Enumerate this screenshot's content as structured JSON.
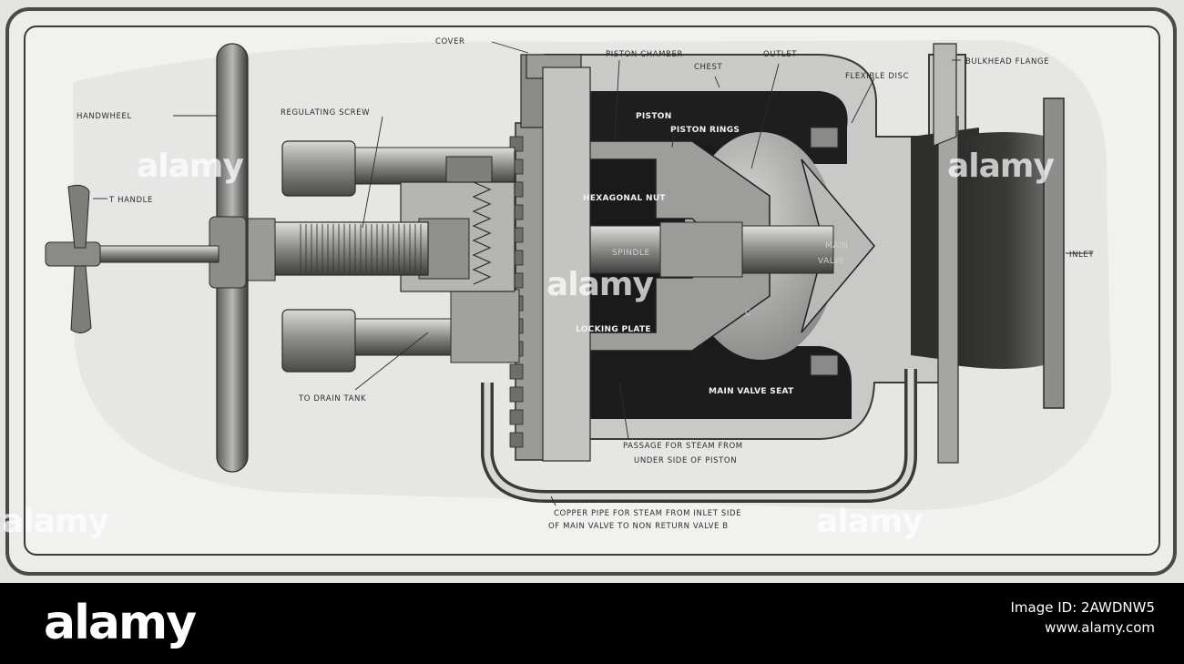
{
  "figure": {
    "labels": {
      "cover": "COVER",
      "piston_chamber": "PISTON CHAMBER",
      "chest": "CHEST",
      "outlet": "OUTLET",
      "flexible_disc": "FLEXIBLE DISC",
      "bulkhead_flange": "BULKHEAD FLANGE",
      "handwheel": "HANDWHEEL",
      "regulating_screw": "REGULATING SCREW",
      "t_handle": "T HANDLE",
      "piston": "PISTON",
      "piston_rings": "PISTON RINGS",
      "hexagonal_nut": "HEXAGONAL NUT",
      "spindle": "SPINDLE",
      "main_valve_1": "MAIN",
      "main_valve_2": "VALVE",
      "inlet": "INLET",
      "locking_plate": "LOCKING PLATE",
      "c_mark": "C",
      "to_drain_tank": "TO DRAIN TANK",
      "main_valve_seat": "MAIN VALVE SEAT",
      "passage_1": "PASSAGE FOR STEAM FROM",
      "passage_2": "UNDER SIDE OF PISTON",
      "copper_pipe_1": "COPPER PIPE FOR STEAM FROM INLET SIDE",
      "copper_pipe_2": "OF MAIN VALVE TO NON RETURN VALVE B"
    }
  },
  "watermark": {
    "text": "alamy"
  },
  "footer": {
    "logo": "alamy",
    "line1": "Image ID: 2AWDNW5",
    "line2": "www.alamy.com"
  }
}
